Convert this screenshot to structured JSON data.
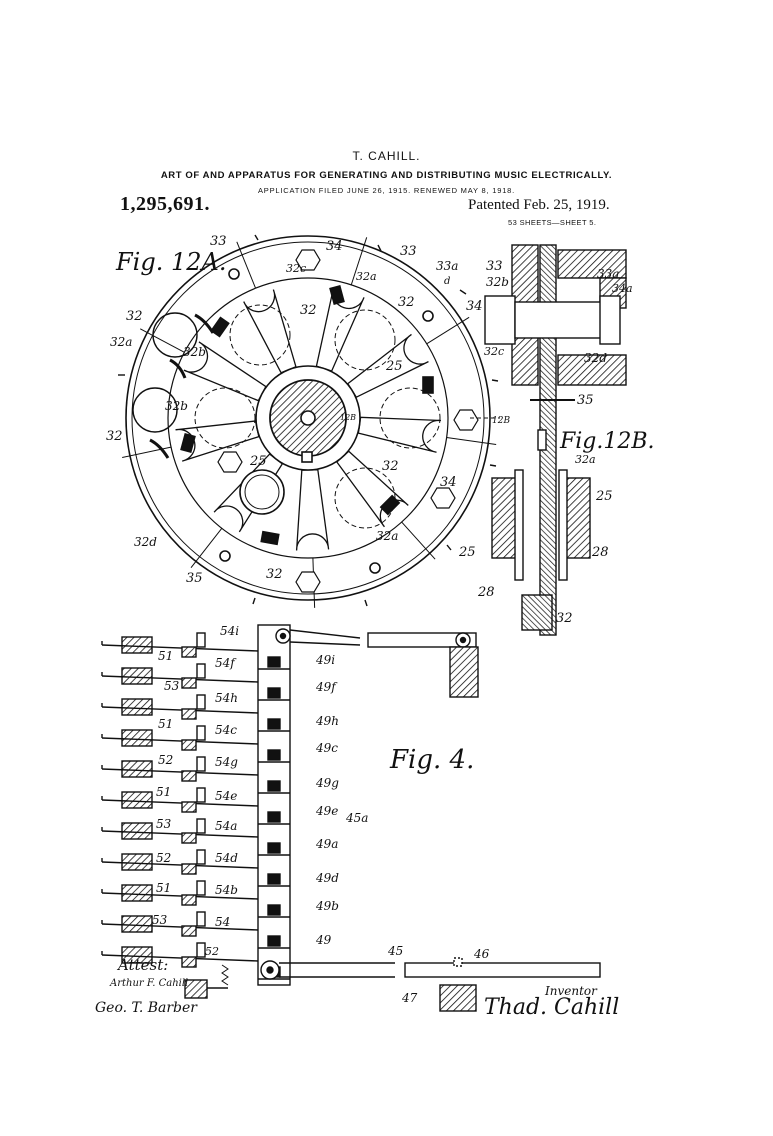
{
  "header": {
    "inventor": "T. CAHILL.",
    "title": "ART OF AND APPARATUS FOR GENERATING AND DISTRIBUTING MUSIC ELECTRICALLY.",
    "application": "APPLICATION FILED JUNE 26, 1915. RENEWED MAY 8, 1918.",
    "patent_number": "1,295,691.",
    "patented_date": "Patented Feb. 25, 1919.",
    "sheet_info": "53 SHEETS—SHEET 5."
  },
  "figures": {
    "fig12a": "Fig. 12A.",
    "fig12b": "Fig.12B.",
    "fig4": "Fig. 4."
  },
  "labels12a": {
    "l33": "33",
    "l34": "34",
    "l32c": "32c",
    "l32a_top": "32a",
    "l33_r": "33",
    "l33a": "33a",
    "l32_tl": "32",
    "l32a_l": "32a",
    "l32b_l": "32b",
    "l32_c": "32",
    "l32_r": "32",
    "l25_r": "25",
    "l32b_m": "32b",
    "l32_ll": "32",
    "l25_m": "25",
    "l34_r": "34",
    "l32d": "32d",
    "l32a_b": "32a",
    "l32_b": "32",
    "l35": "35",
    "l12b": "12B",
    "l12b2": "12B",
    "l32_rb": "32",
    "l32d_s": "d"
  },
  "labels12b": {
    "l33": "33",
    "l32b": "32b",
    "l33a": "33a",
    "l34a": "34a",
    "l34": "34",
    "l32c": "32c",
    "l32d": "32d",
    "l35": "35",
    "l32a": "32a",
    "l25a": "25",
    "l25b": "25",
    "l28a": "28",
    "l28b": "28",
    "l32": "32"
  },
  "labels4": {
    "l54i": "54i",
    "l49i": "49i",
    "l51a": "51",
    "l54f": "54f",
    "l49f": "49f",
    "l53a": "53",
    "l54h": "54h",
    "l49h": "49h",
    "l51b": "51",
    "l54c": "54c",
    "l49c": "49c",
    "l52a": "52",
    "l54g": "54g",
    "l49g": "49g",
    "l51c": "51",
    "l54e": "54e",
    "l49e": "49e",
    "l45a": "45a",
    "l53b": "53",
    "l54a": "54a",
    "l49a": "49a",
    "l52b": "52",
    "l54d": "54d",
    "l49d": "49d",
    "l51d": "51",
    "l54b": "54b",
    "l49b": "49b",
    "l53c": "53",
    "l54": "54",
    "l49": "49",
    "l52c": "52",
    "l45": "45",
    "l46": "46",
    "l47": "47"
  },
  "signatures": {
    "attest": "Attest:",
    "witness1": "Arthur F. Cahill",
    "witness2": "Geo. T. Barber",
    "inventor_label": "Inventor",
    "inventor_sig": "Thad. Cahill"
  }
}
